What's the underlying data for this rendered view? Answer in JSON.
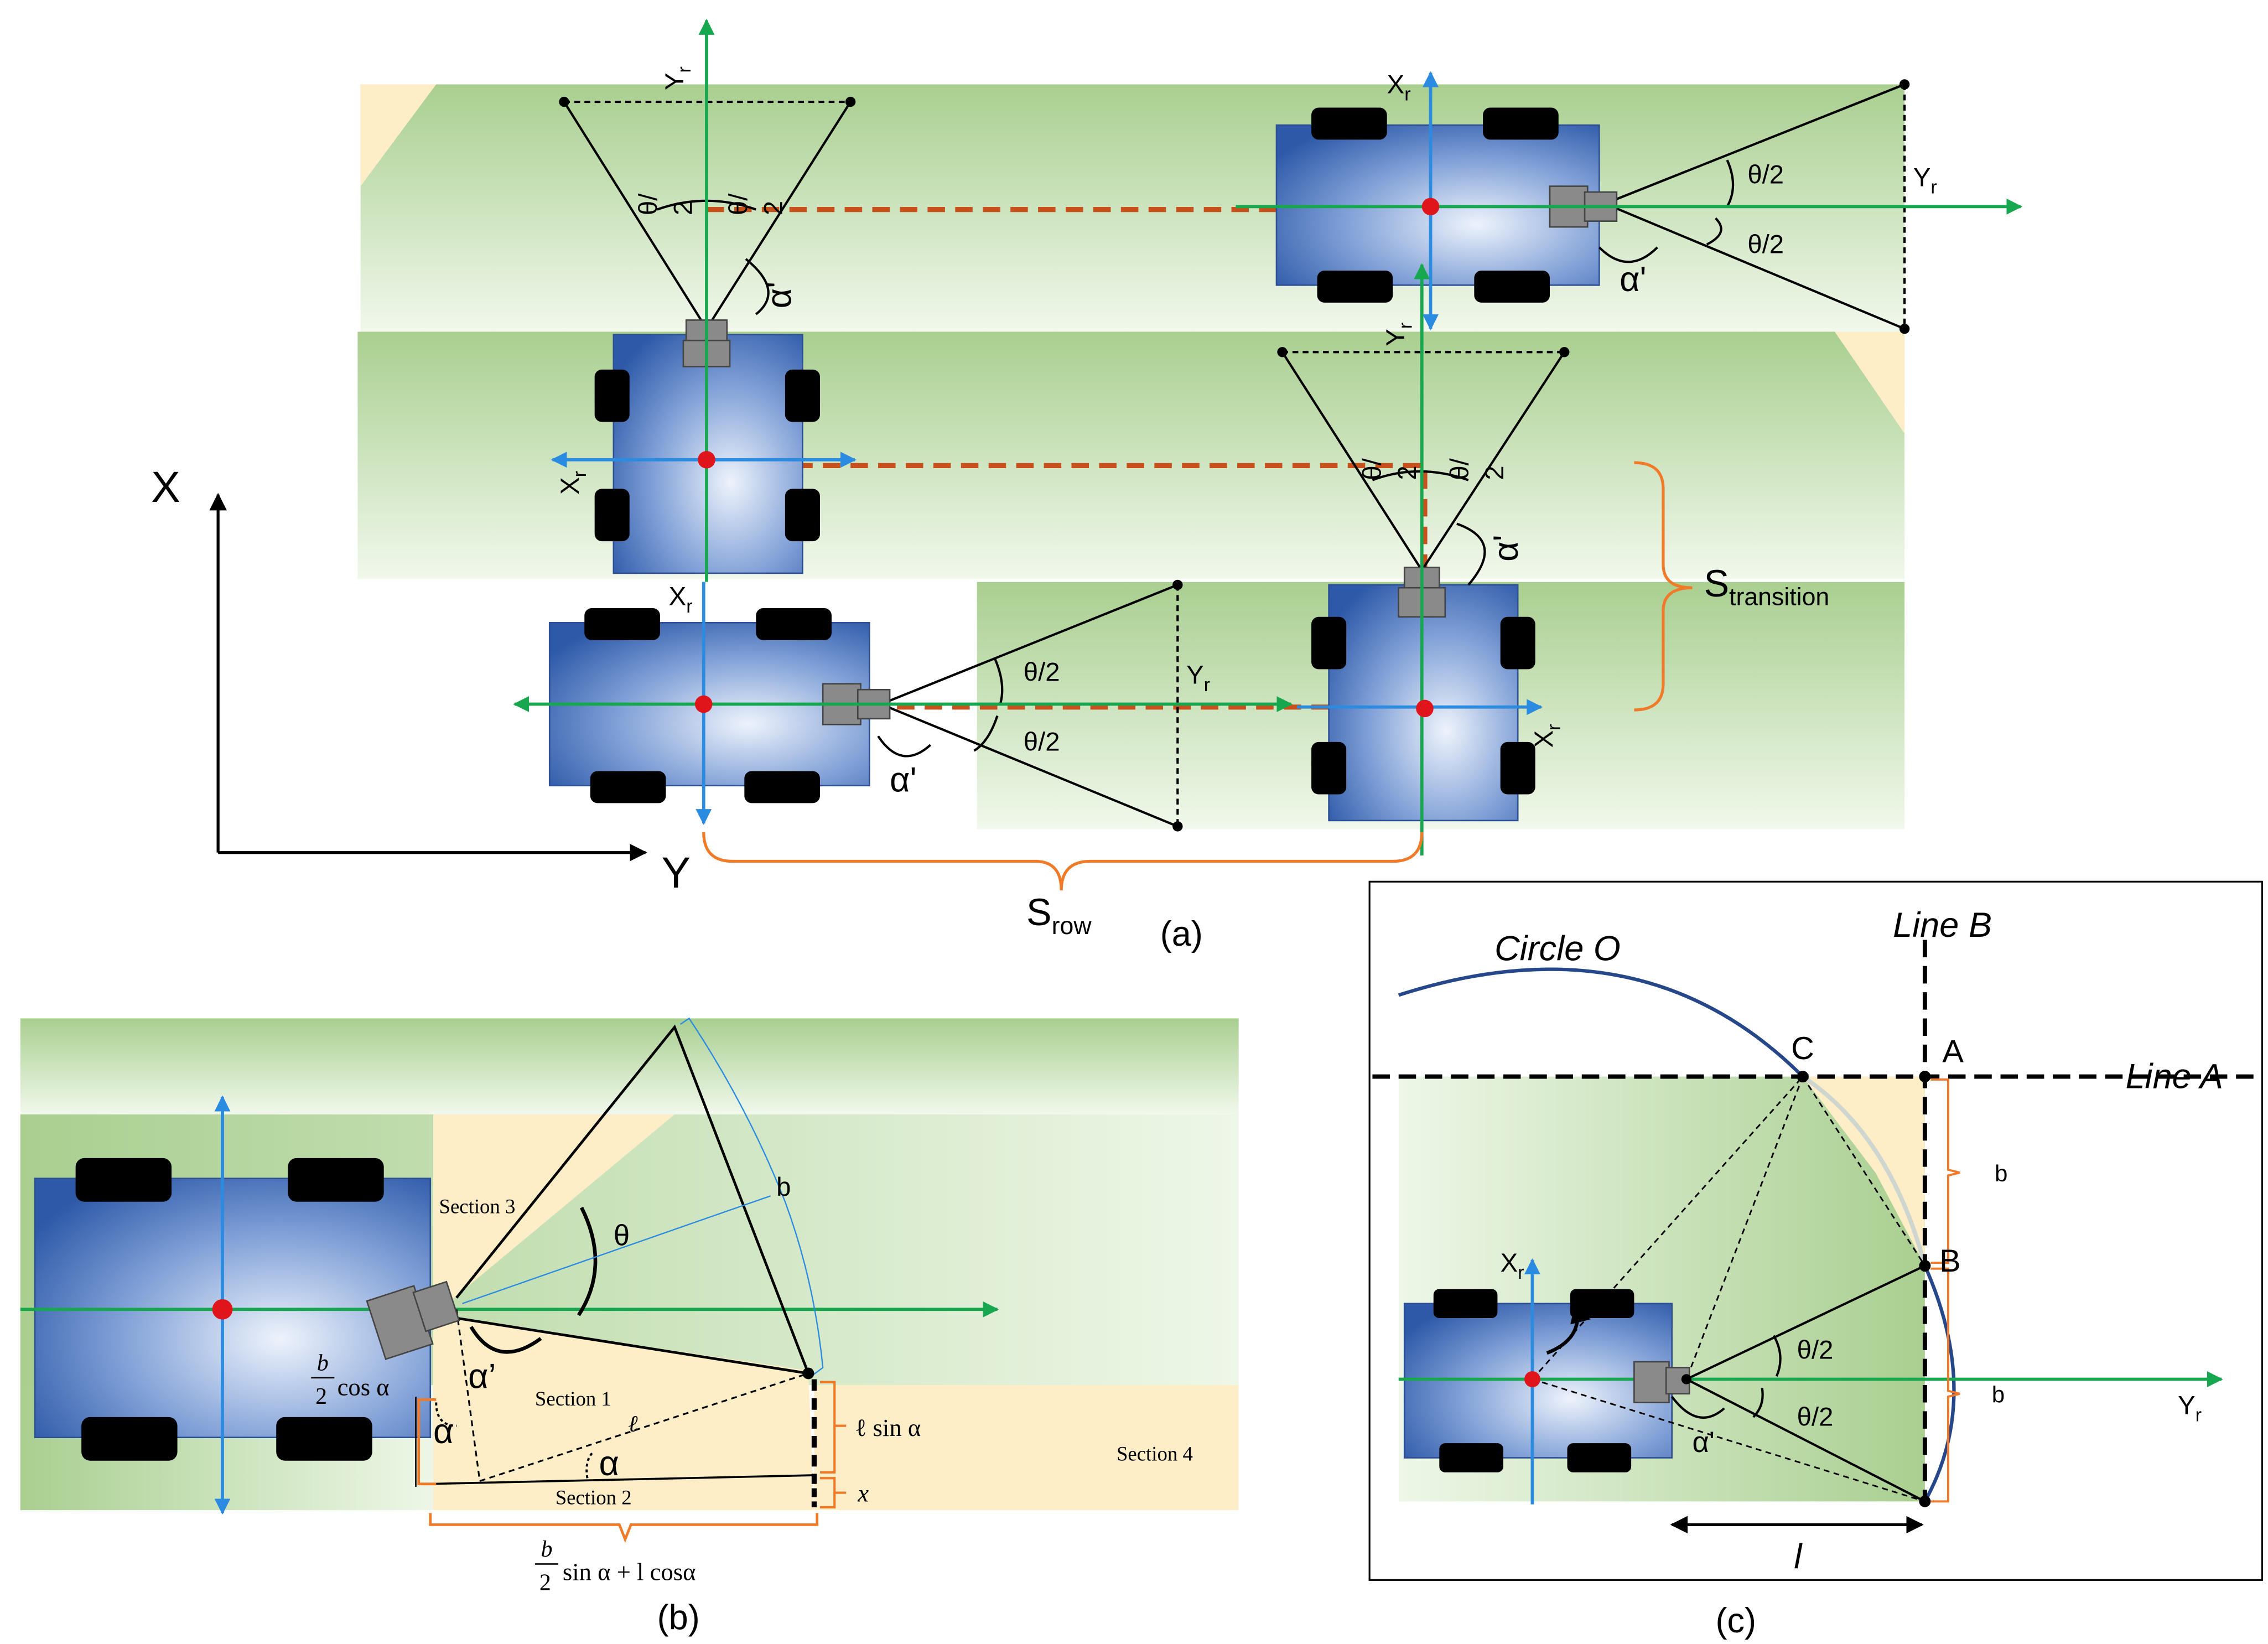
{
  "panels": {
    "a": "(a)",
    "b": "(b)",
    "c": "(c)"
  },
  "axes": {
    "x": "X",
    "y": "Y"
  },
  "robot_axes": {
    "xr": "X",
    "yr": "Y",
    "sub": "r"
  },
  "angles": {
    "half_theta": "θ/2",
    "half_theta_a": "θ/",
    "half_theta_b": "2",
    "alpha_prime": "α'",
    "alpha_prime_b": "α’",
    "theta": "θ",
    "alpha": "α"
  },
  "spacing": {
    "row": "S",
    "row_sub": "row",
    "transition": "S",
    "transition_sub": "transition"
  },
  "panel_b": {
    "section1": "Section 1",
    "section2": "Section 2",
    "section3": "Section 3",
    "section4": "Section 4",
    "b_label": "b",
    "l_label": "ℓ",
    "l_sin": "ℓ sin α",
    "x_label": "x",
    "frac_b": "b",
    "frac_2": "2",
    "cos_term": "cos α",
    "sin_term": "sin α + l cosα"
  },
  "panel_c": {
    "circle": "Circle O",
    "line_a": "Line A",
    "line_b": "Line B",
    "point_a": "A",
    "point_b": "B",
    "point_c": "C",
    "b_label": "b",
    "l_label": "l"
  },
  "colors": {
    "field_green": "#b7d7a0",
    "robot_blue": "#3f6fbf",
    "axis_green": "#17a84f",
    "axis_blue": "#2b8be0",
    "path_orange": "#c8501a",
    "brace_orange": "#f07a28",
    "sand": "#fdeec8",
    "circle_navy": "#26478a"
  }
}
